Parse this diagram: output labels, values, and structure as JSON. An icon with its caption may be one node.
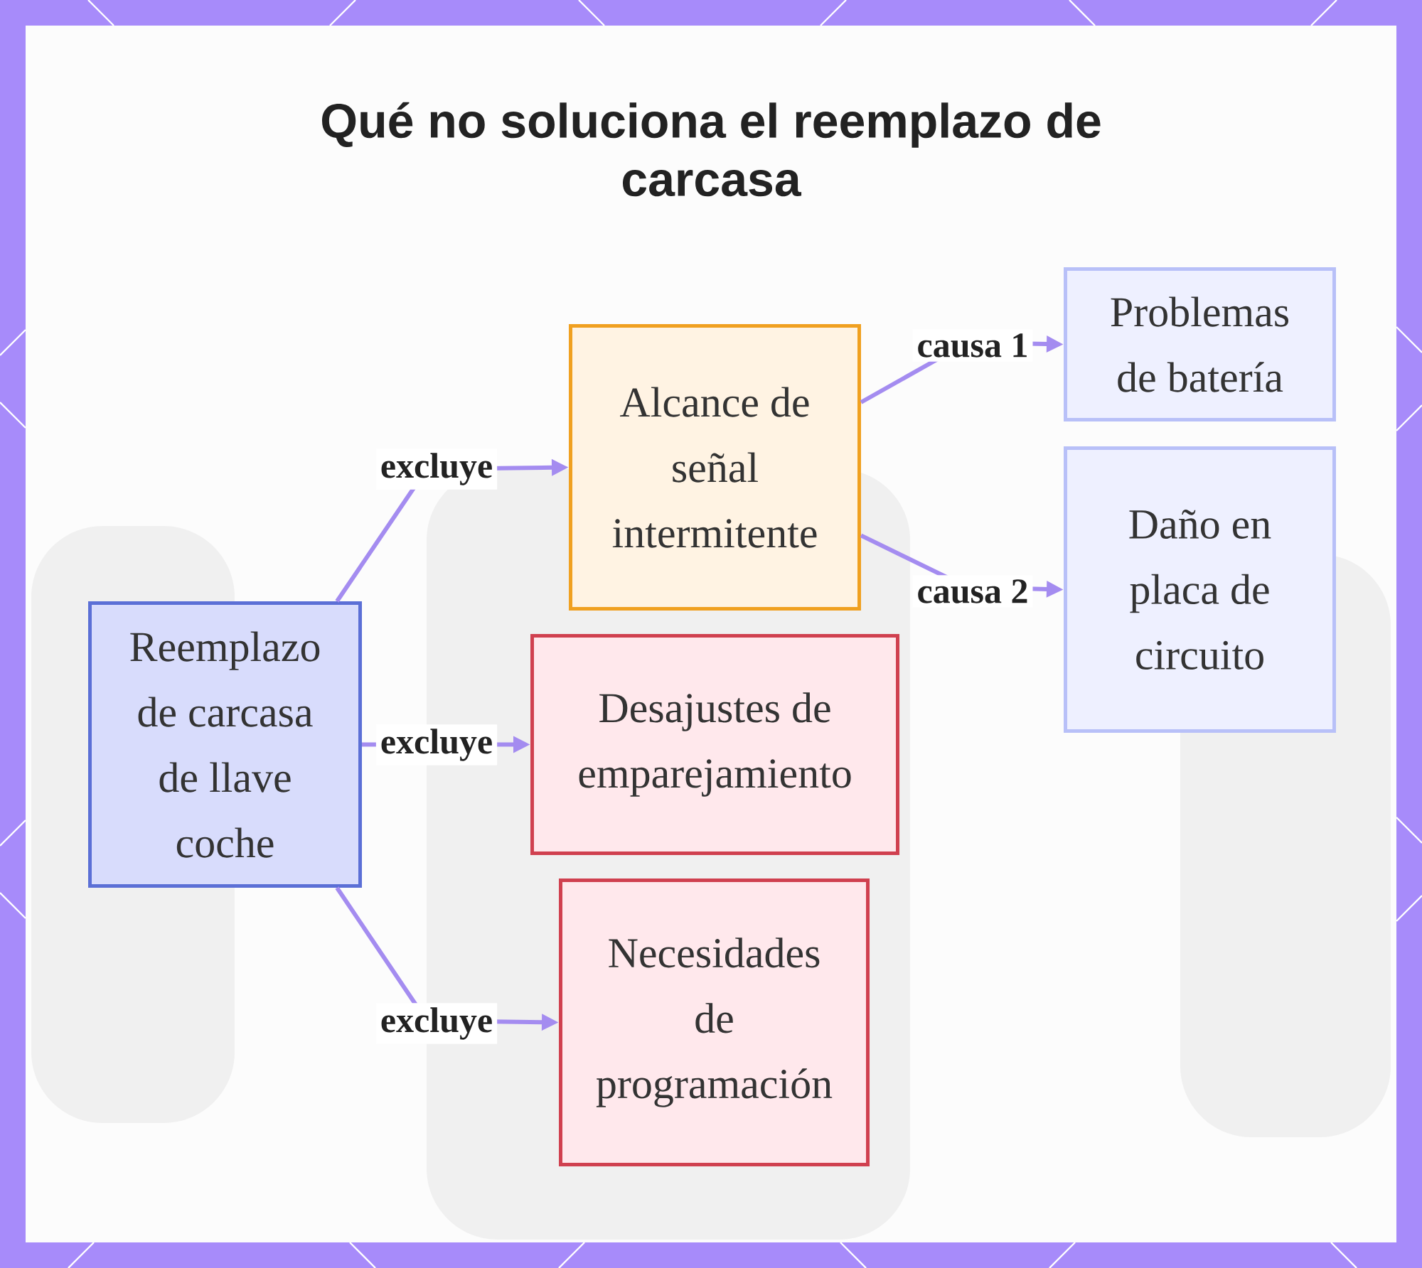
{
  "diagram": {
    "title": "Qué no soluciona el reemplazo de carcasa",
    "nodes": [
      {
        "text": [
          "Reemplazo de carcasa de llave coche"
        ]
      },
      {
        "text": [
          "Alcance de señal intermitente"
        ]
      },
      {
        "text": [
          "Desajustes de emparejamiento"
        ]
      },
      {
        "text": [
          "Necesidades de programación"
        ]
      },
      {
        "text": [
          "Problemas de batería"
        ]
      },
      {
        "text": [
          "Daño en placa de circuito"
        ]
      }
    ],
    "edges": [
      {
        "from": 0,
        "to": 1,
        "arrow": "to",
        "label": "excluye"
      },
      {
        "from": 0,
        "to": 2,
        "arrow": "to",
        "label": "excluye"
      },
      {
        "from": 0,
        "to": 3,
        "arrow": "to",
        "label": "excluye"
      },
      {
        "from": 1,
        "to": 4,
        "arrow": "to",
        "label": "causa 1"
      },
      {
        "from": 1,
        "to": 5,
        "arrow": "to",
        "label": "causa 2"
      }
    ]
  }
}
